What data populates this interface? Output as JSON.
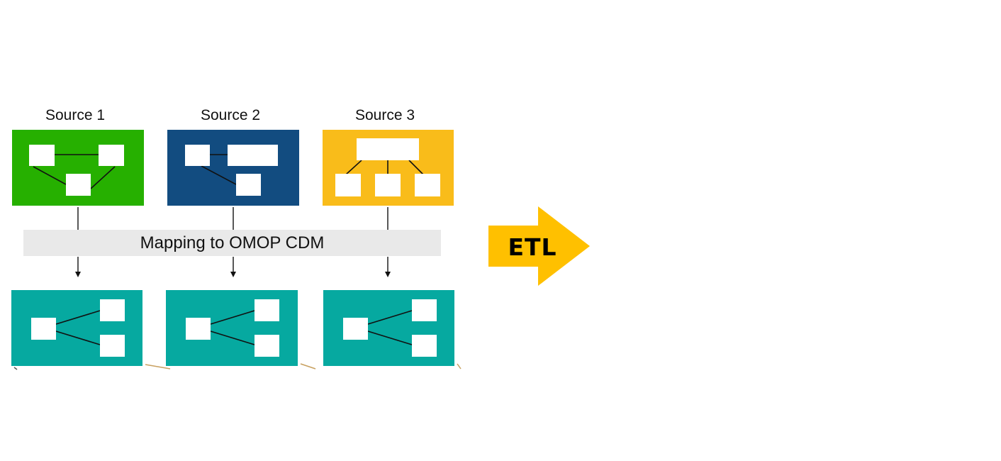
{
  "sources": [
    {
      "label": "Source 1",
      "color": "#26b000"
    },
    {
      "label": "Source 2",
      "color": "#124c80"
    },
    {
      "label": "Source 3",
      "color": "#f9bc1a"
    }
  ],
  "mapping": {
    "label": "Mapping to OMOP CDM",
    "color": "#e9e9e9"
  },
  "cdm_color": "#06a9a0",
  "etl": {
    "label": "ETL",
    "color": "#ffc000"
  }
}
